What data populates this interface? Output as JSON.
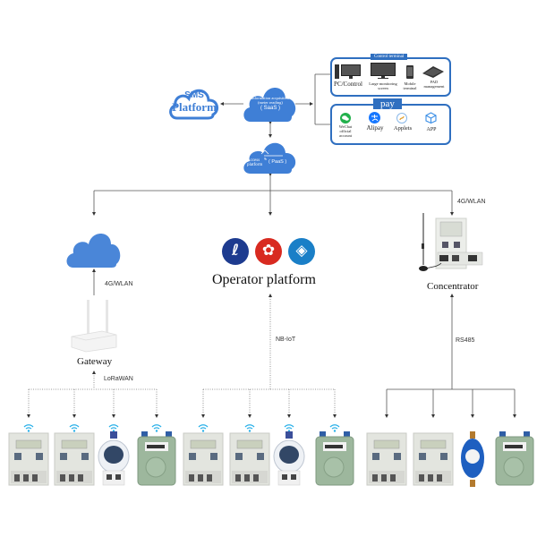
{
  "cloud_sms": {
    "line1": "SMS",
    "line2": "Platform"
  },
  "cloud_saas": {
    "line1": "Information acquisition",
    "line2": "(meter reading)",
    "line3": "( SaaS )"
  },
  "cloud_paas": {
    "line1": "Access",
    "line2": "platform",
    "tag": "( PaaS )"
  },
  "control_panel": {
    "tag": "Control terminal",
    "items": [
      {
        "label": "PC/Control",
        "icon": "pc-monitor-icon"
      },
      {
        "label": "Large monitoring screen",
        "icon": "large-screen-icon"
      },
      {
        "label": "Mobile terminal",
        "icon": "mobile-phone-icon"
      },
      {
        "label": "PAD management",
        "icon": "tablet-icon"
      }
    ]
  },
  "pay_panel": {
    "tag": "pay",
    "items": [
      {
        "label": "WeChat official account",
        "icon": "wechat-icon",
        "color": "#22b14c"
      },
      {
        "label": "Alipay",
        "icon": "alipay-icon",
        "color": "#1677ff"
      },
      {
        "label": "Applets",
        "icon": "applets-icon",
        "color": "#5aa0e0"
      },
      {
        "label": "APP",
        "icon": "app-cube-icon",
        "color": "#3a8ee6"
      }
    ]
  },
  "branches": {
    "gateway": {
      "uplink": "4G/WLAN",
      "title": "Gateway",
      "downlink": "LoRaWAN"
    },
    "operator": {
      "title": "Operator platform",
      "downlink": "NB-IoT",
      "logos": [
        {
          "name": "china-telecom-logo-icon",
          "color": "#1d3b8f"
        },
        {
          "name": "china-unicom-logo-icon",
          "color": "#d82a20"
        },
        {
          "name": "china-mobile-logo-icon",
          "color": "#1a7fc7"
        }
      ]
    },
    "concentrator": {
      "uplink": "4G/WLAN",
      "title": "Concentrator",
      "downlink": "RS485"
    }
  },
  "meters": {
    "gateway_group": [
      "electric-meter",
      "electric-meter",
      "water-meter",
      "gas-meter"
    ],
    "operator_group": [
      "electric-meter",
      "electric-meter",
      "water-meter",
      "gas-meter"
    ],
    "concentrator_group": [
      "electric-meter",
      "electric-meter",
      "water-meter",
      "gas-meter"
    ]
  },
  "colors": {
    "brand_blue": "#3f7fd6",
    "panel_border": "#2f6fc0",
    "line": "#555555",
    "wifi": "#2ab0e8"
  }
}
